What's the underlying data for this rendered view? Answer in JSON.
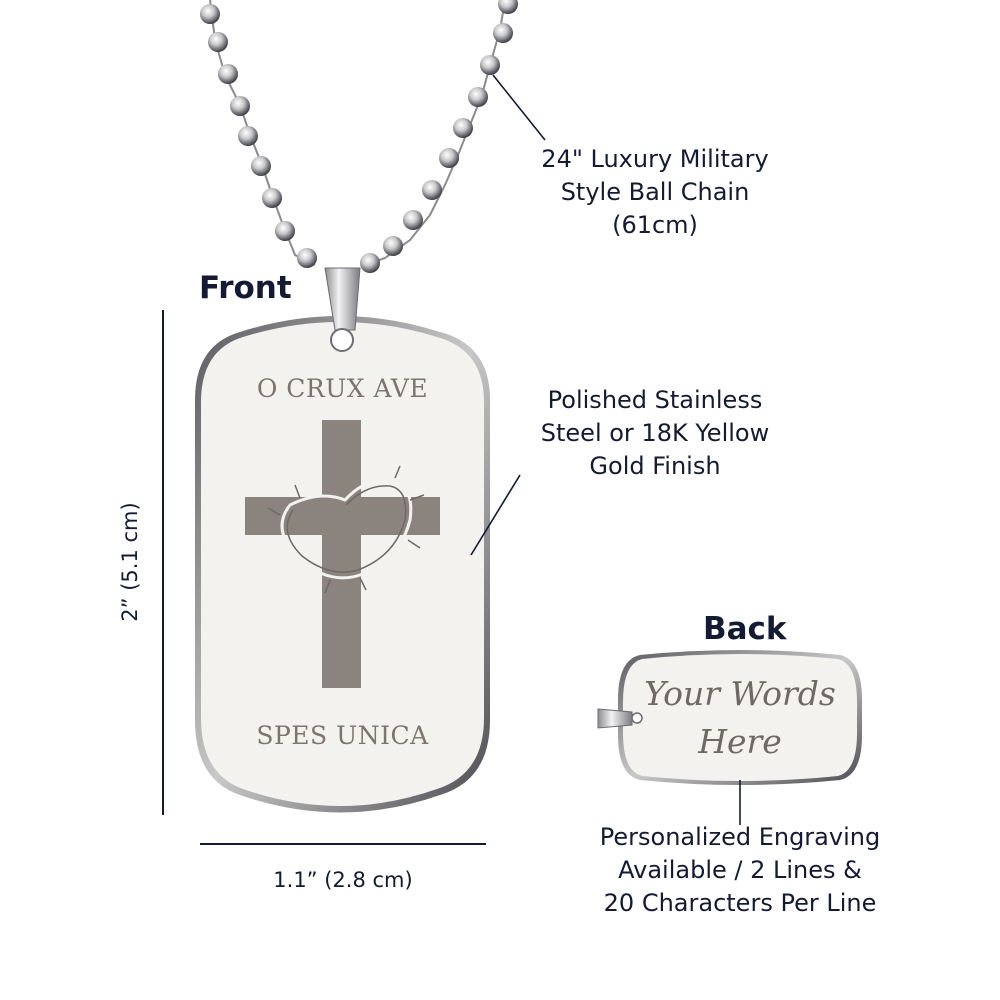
{
  "labels": {
    "front": "Front",
    "back": "Back",
    "height_dim": "2” (5.1 cm)",
    "width_dim": "1.1” (2.8 cm)"
  },
  "callouts": {
    "chain": [
      "24\" Luxury Military",
      "Style Ball Chain",
      "(61cm)"
    ],
    "finish": [
      "Polished Stainless",
      "Steel or 18K Yellow",
      "Gold Finish"
    ],
    "engraving": [
      "Personalized Engraving",
      "Available / 2 Lines &",
      "20 Characters Per Line"
    ]
  },
  "front_tag": {
    "top_text": "O CRUX AVE",
    "bottom_text": "SPES UNICA",
    "emblem": "cross-with-crown-of-thorns"
  },
  "back_tag": {
    "line1": "Your Words",
    "line2": "Here"
  },
  "colors": {
    "text": "#141a33",
    "tag_surface": "#f3f2ef",
    "engraving": "#7b7470"
  }
}
